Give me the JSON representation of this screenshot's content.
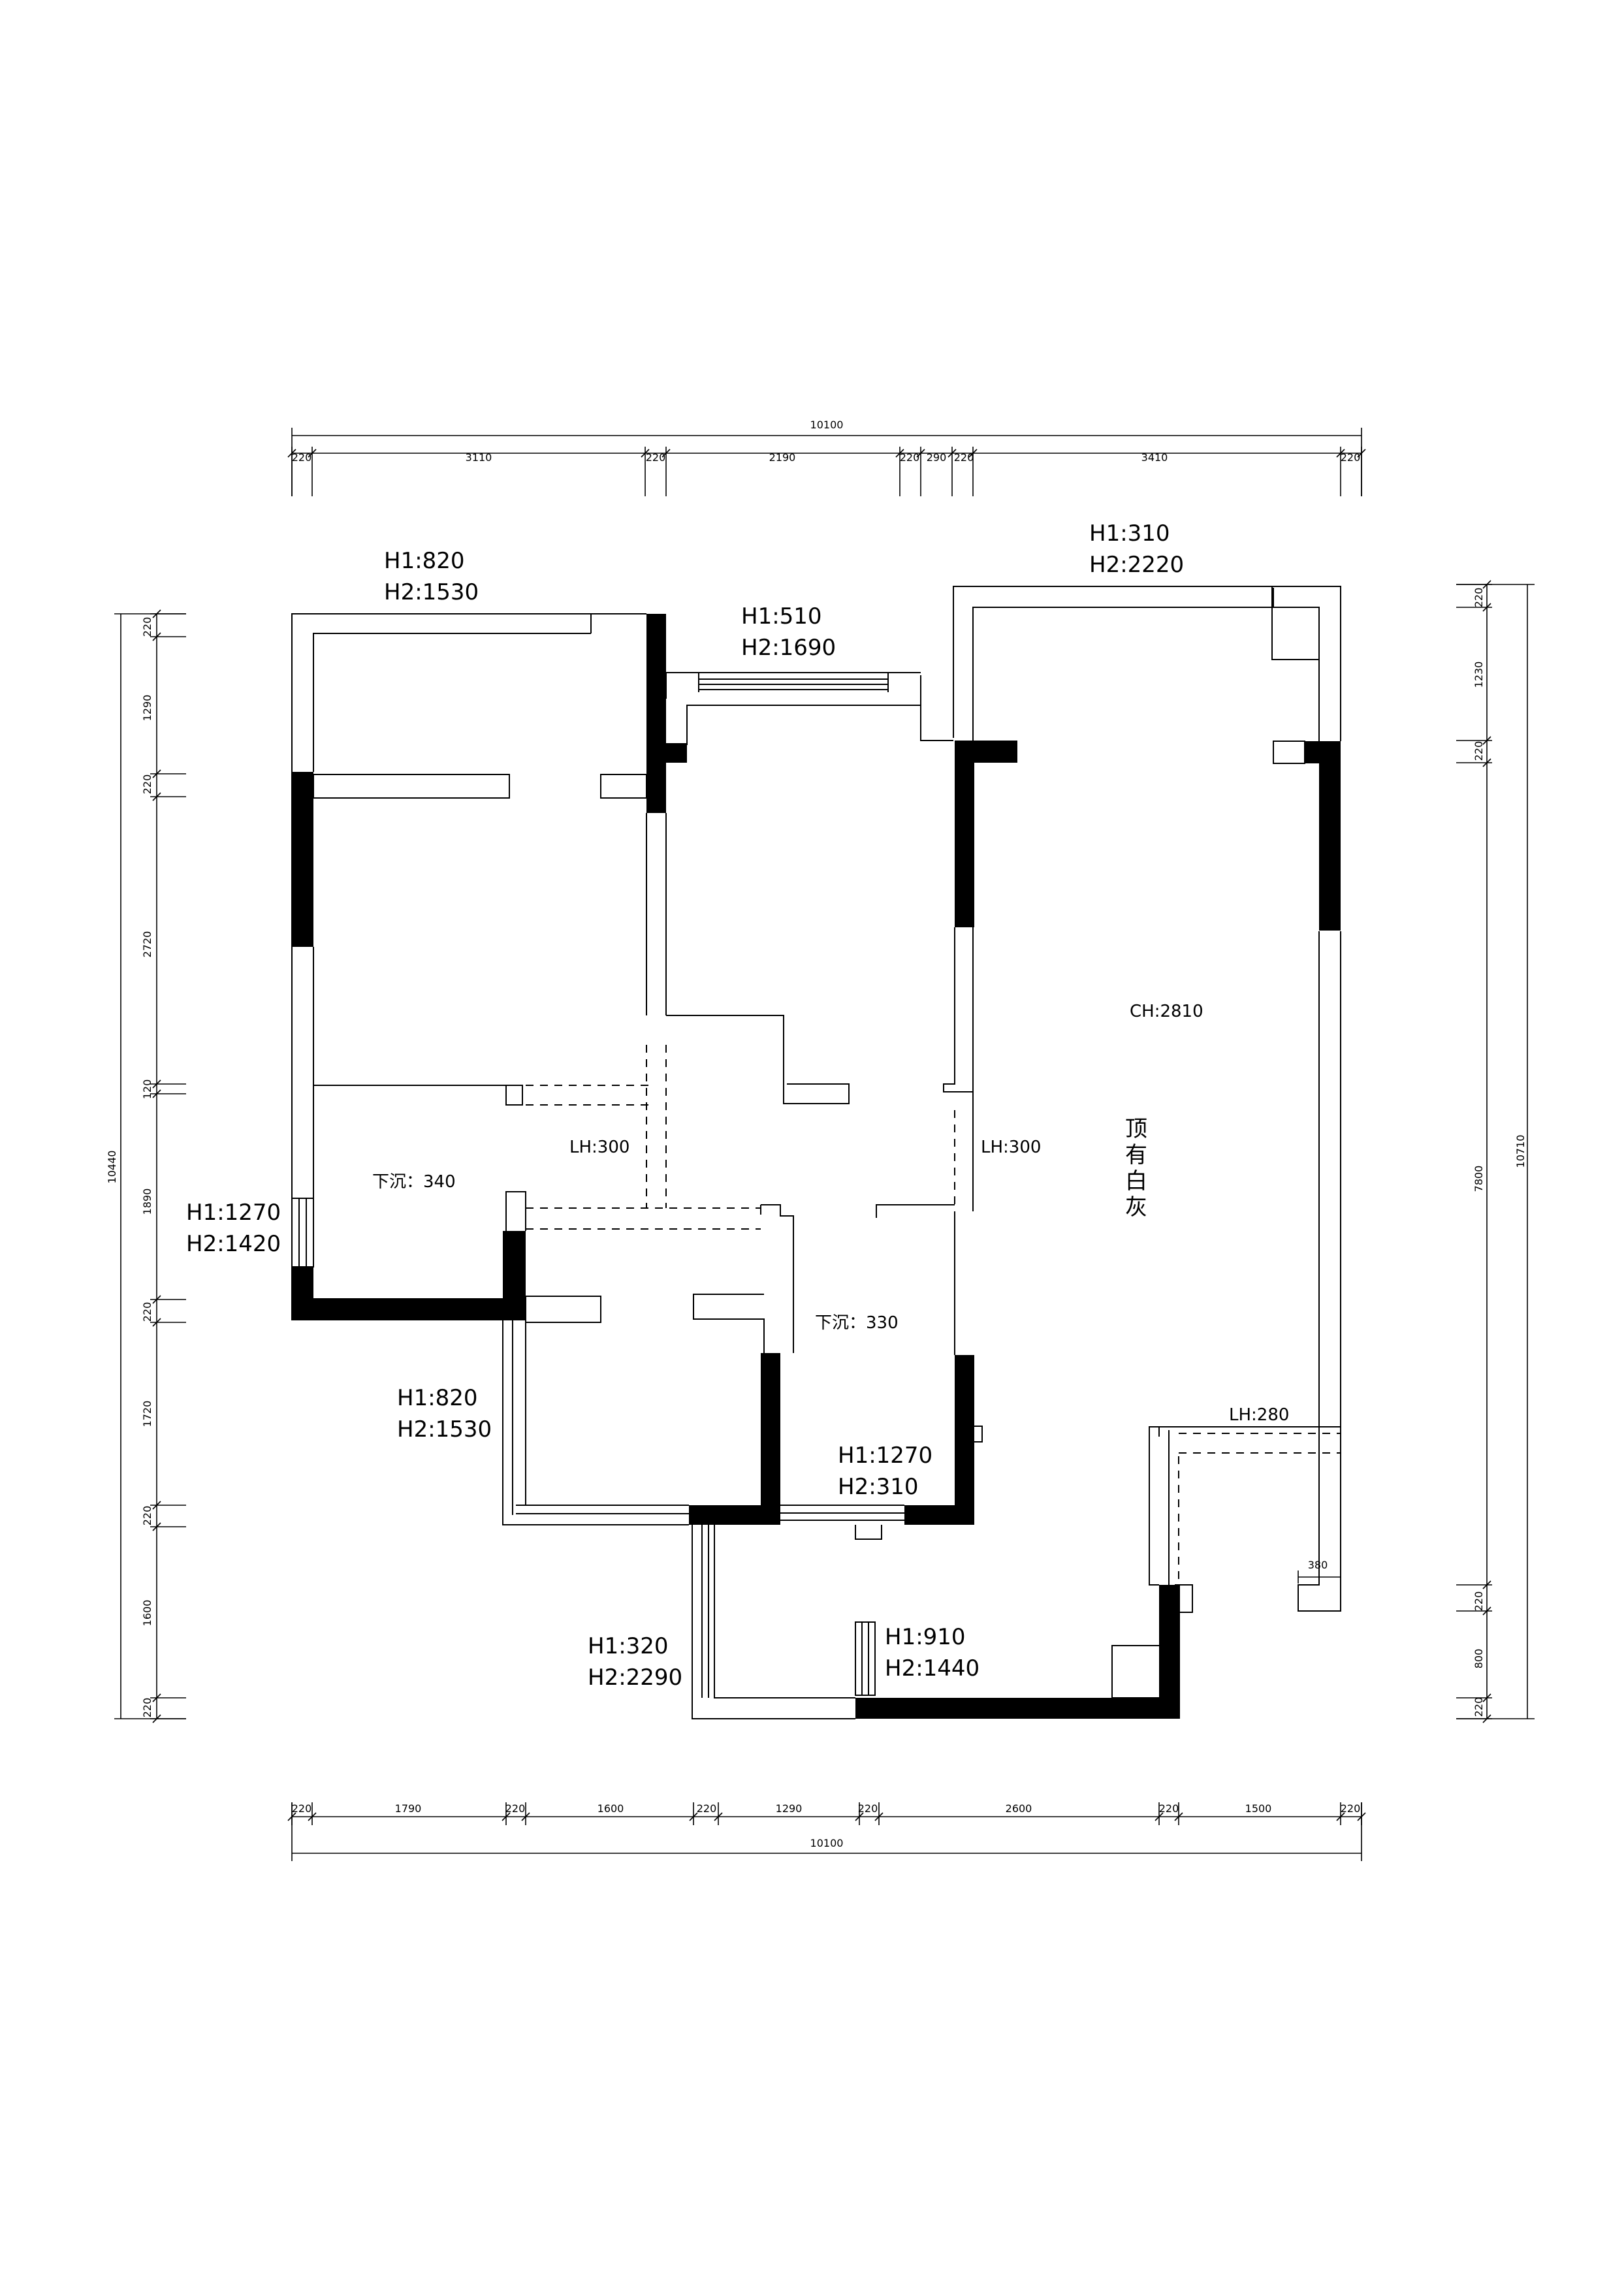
{
  "dimensions": {
    "top_total": "10100",
    "top": [
      "220",
      "3110",
      "220",
      "2190",
      "220",
      "290",
      "220",
      "3410",
      "220"
    ],
    "bottom_total": "10100",
    "bottom": [
      "220",
      "1790",
      "220",
      "1600",
      "220",
      "1290",
      "220",
      "2600",
      "220",
      "1500",
      "220"
    ],
    "left_total": "10440",
    "left": [
      "220",
      "1290",
      "220",
      "2720",
      "120",
      "1890",
      "220",
      "1720",
      "220",
      "1600",
      "220"
    ],
    "right_total": "10710",
    "right_inner": [
      "220",
      "1230",
      "220",
      "7800",
      "220",
      "800",
      "220"
    ]
  },
  "windows": [
    {
      "h1": "H1:820",
      "h2": "H2:1530"
    },
    {
      "h1": "H1:510",
      "h2": "H2:1690"
    },
    {
      "h1": "H1:310",
      "h2": "H2:2220"
    },
    {
      "h1": "H1:1270",
      "h2": "H2:1420"
    },
    {
      "h1": "H1:820",
      "h2": "H2:1530"
    },
    {
      "h1": "H1:1270",
      "h2": "H2:310"
    },
    {
      "h1": "H1:320",
      "h2": "H2:2290"
    },
    {
      "h1": "H1:910",
      "h2": "H2:1440"
    }
  ],
  "notes": {
    "ceiling_height": "CH:2810",
    "ceiling_note": [
      "顶",
      "有",
      "白",
      "灰"
    ],
    "lh_left": "LH:300",
    "lh_mid": "LH:300",
    "lh_right": "LH:280",
    "sunken_left": "下沉：340",
    "sunken_mid": "下沉：330",
    "dim_380": "380"
  }
}
